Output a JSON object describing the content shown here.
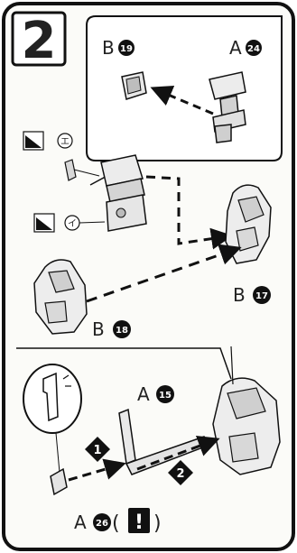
{
  "step": {
    "number": "2"
  },
  "parts": {
    "b19": {
      "letter": "B",
      "num": "19"
    },
    "a24": {
      "letter": "A",
      "num": "24"
    },
    "b17": {
      "letter": "B",
      "num": "17"
    },
    "b18": {
      "letter": "B",
      "num": "18"
    },
    "a15": {
      "letter": "A",
      "num": "15"
    },
    "a26": {
      "letter": "A",
      "num": "26"
    }
  },
  "markers": {
    "e": "エ",
    "i": "イ"
  },
  "order": {
    "first": "1",
    "second": "2"
  },
  "warning": {
    "open": "(",
    "mark": "!",
    "close": ")"
  }
}
